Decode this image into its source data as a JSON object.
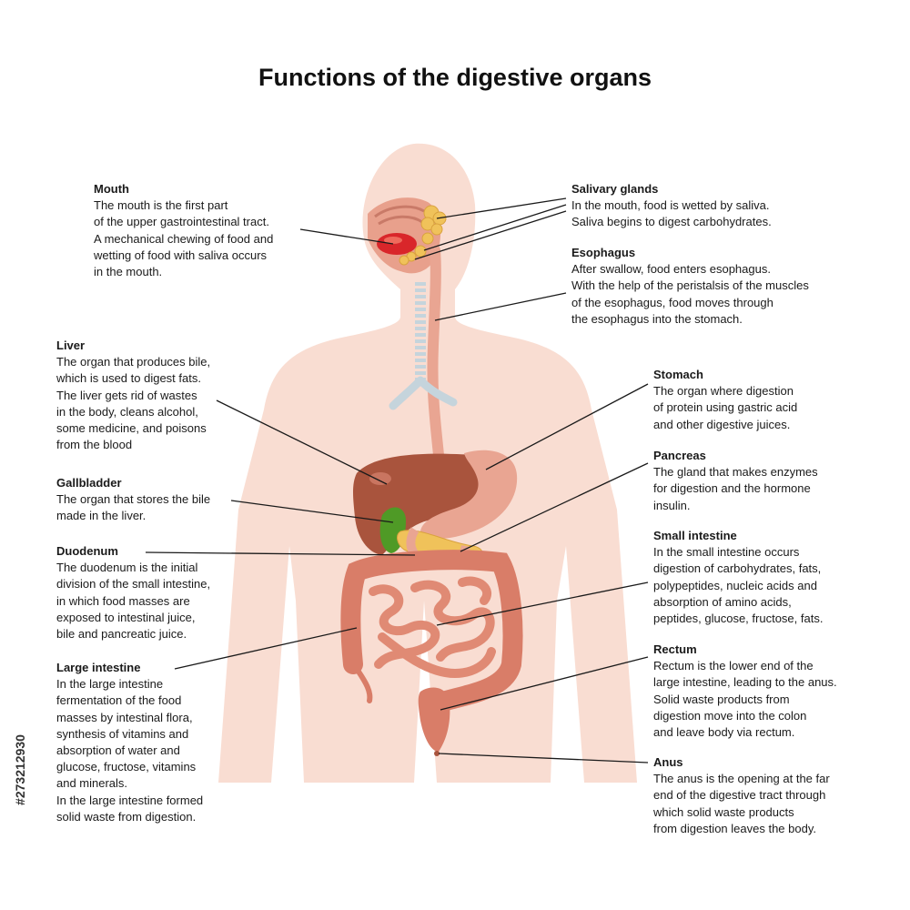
{
  "title": "Functions of the digestive organs",
  "stock_id": "#273212930",
  "labels": {
    "mouth": {
      "title": "Mouth",
      "text": "The mouth is the first part\nof the upper gastrointestinal tract.\nA mechanical chewing of food and\nwetting of food with saliva occurs\nin the mouth."
    },
    "liver": {
      "title": "Liver",
      "text": "The organ that produces bile,\nwhich is used to digest fats.\nThe liver gets rid of wastes\nin the body, cleans alcohol,\nsome medicine, and poisons\nfrom the blood"
    },
    "gallbladder": {
      "title": "Gallbladder",
      "text": "The organ that stores the bile\nmade in the liver."
    },
    "duodenum": {
      "title": "Duodenum",
      "text": "The duodenum is the initial\ndivision of the small intestine,\nin which food masses are\nexposed to intestinal juice,\nbile and pancreatic juice."
    },
    "large_intestine": {
      "title": "Large intestine",
      "text": "In the large intestine\nfermentation of the food\nmasses by intestinal flora,\nsynthesis of vitamins and\nabsorption of water and\nglucose, fructose, vitamins\nand minerals.\nIn the large intestine formed\nsolid waste from digestion."
    },
    "salivary_glands": {
      "title": "Salivary glands",
      "text": "In the mouth, food is wetted by saliva.\nSaliva begins to digest carbohydrates."
    },
    "esophagus": {
      "title": "Esophagus",
      "text": "After swallow, food enters esophagus.\nWith the help of the peristalsis of the muscles\nof the esophagus, food moves through\nthe esophagus into the stomach."
    },
    "stomach": {
      "title": "Stomach",
      "text": "The organ where digestion\nof protein using gastric acid\nand other digestive juices."
    },
    "pancreas": {
      "title": "Pancreas",
      "text": "The gland that makes enzymes\nfor digestion and the hormone\ninsulin."
    },
    "small_intestine": {
      "title": "Small intestine",
      "text": "In the small intestine occurs\ndigestion of carbohydrates, fats,\npolypeptides, nucleic acids and\nabsorption of amino acids,\npeptides, glucose, fructose, fats."
    },
    "rectum": {
      "title": "Rectum",
      "text": "Rectum is the lower end of the\nlarge intestine, leading to the anus.\nSolid waste products from\ndigestion move into the colon\nand leave body via rectum."
    },
    "anus": {
      "title": "Anus",
      "text": "The anus is the opening at the far\nend of the digestive tract through\nwhich solid waste products\nfrom digestion leaves the body."
    }
  },
  "colors": {
    "body": "#f9ddd2",
    "liver": "#a9543d",
    "stomach": "#e9a592",
    "intestine": "#d97d68",
    "gallbladder": "#4f9a26",
    "pancreas": "#f0c25a",
    "leader": "#1a1a1a"
  }
}
